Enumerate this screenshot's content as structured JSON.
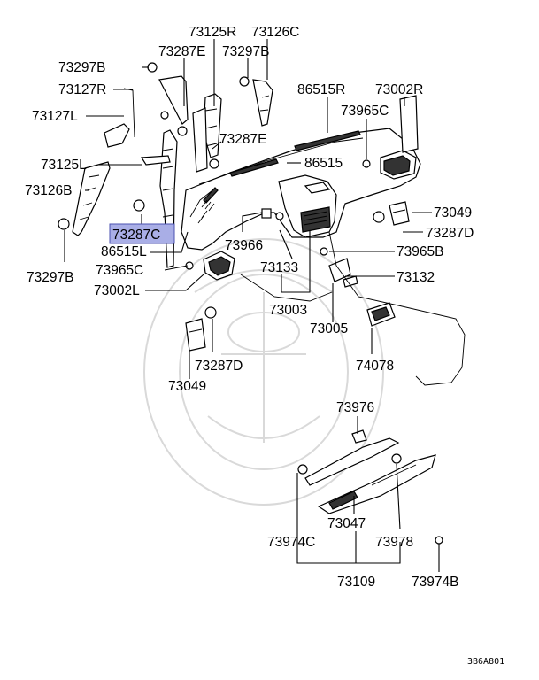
{
  "diagram_code": "3B6A801",
  "highlight_color": "#a9aee6",
  "callouts": {
    "c73125R": "73125R",
    "c73126C": "73126C",
    "c73297B_1": "73297B",
    "c73287E_1": "73287E",
    "c73297B_2": "73297B",
    "c73127R": "73127R",
    "c86515R": "86515R",
    "c73002R": "73002R",
    "c73127L": "73127L",
    "c73965C_1": "73965C",
    "c73287E_2": "73287E",
    "c86515": "86515",
    "c73125L": "73125L",
    "c73126B": "73126B",
    "c73049_1": "73049",
    "c73287C": "73287C",
    "c73287D_1": "73287D",
    "c73966": "73966",
    "c86515L": "86515L",
    "c73965B": "73965B",
    "c73297B_3": "73297B",
    "c73965C_2": "73965C",
    "c73133": "73133",
    "c73132": "73132",
    "c73002L": "73002L",
    "c73003": "73003",
    "c73005": "73005",
    "c74078": "74078",
    "c73287D_2": "73287D",
    "c73049_2": "73049",
    "c73976": "73976",
    "c73047": "73047",
    "c73974C": "73974C",
    "c73978": "73978",
    "c73109": "73109",
    "c73974B": "73974B"
  }
}
